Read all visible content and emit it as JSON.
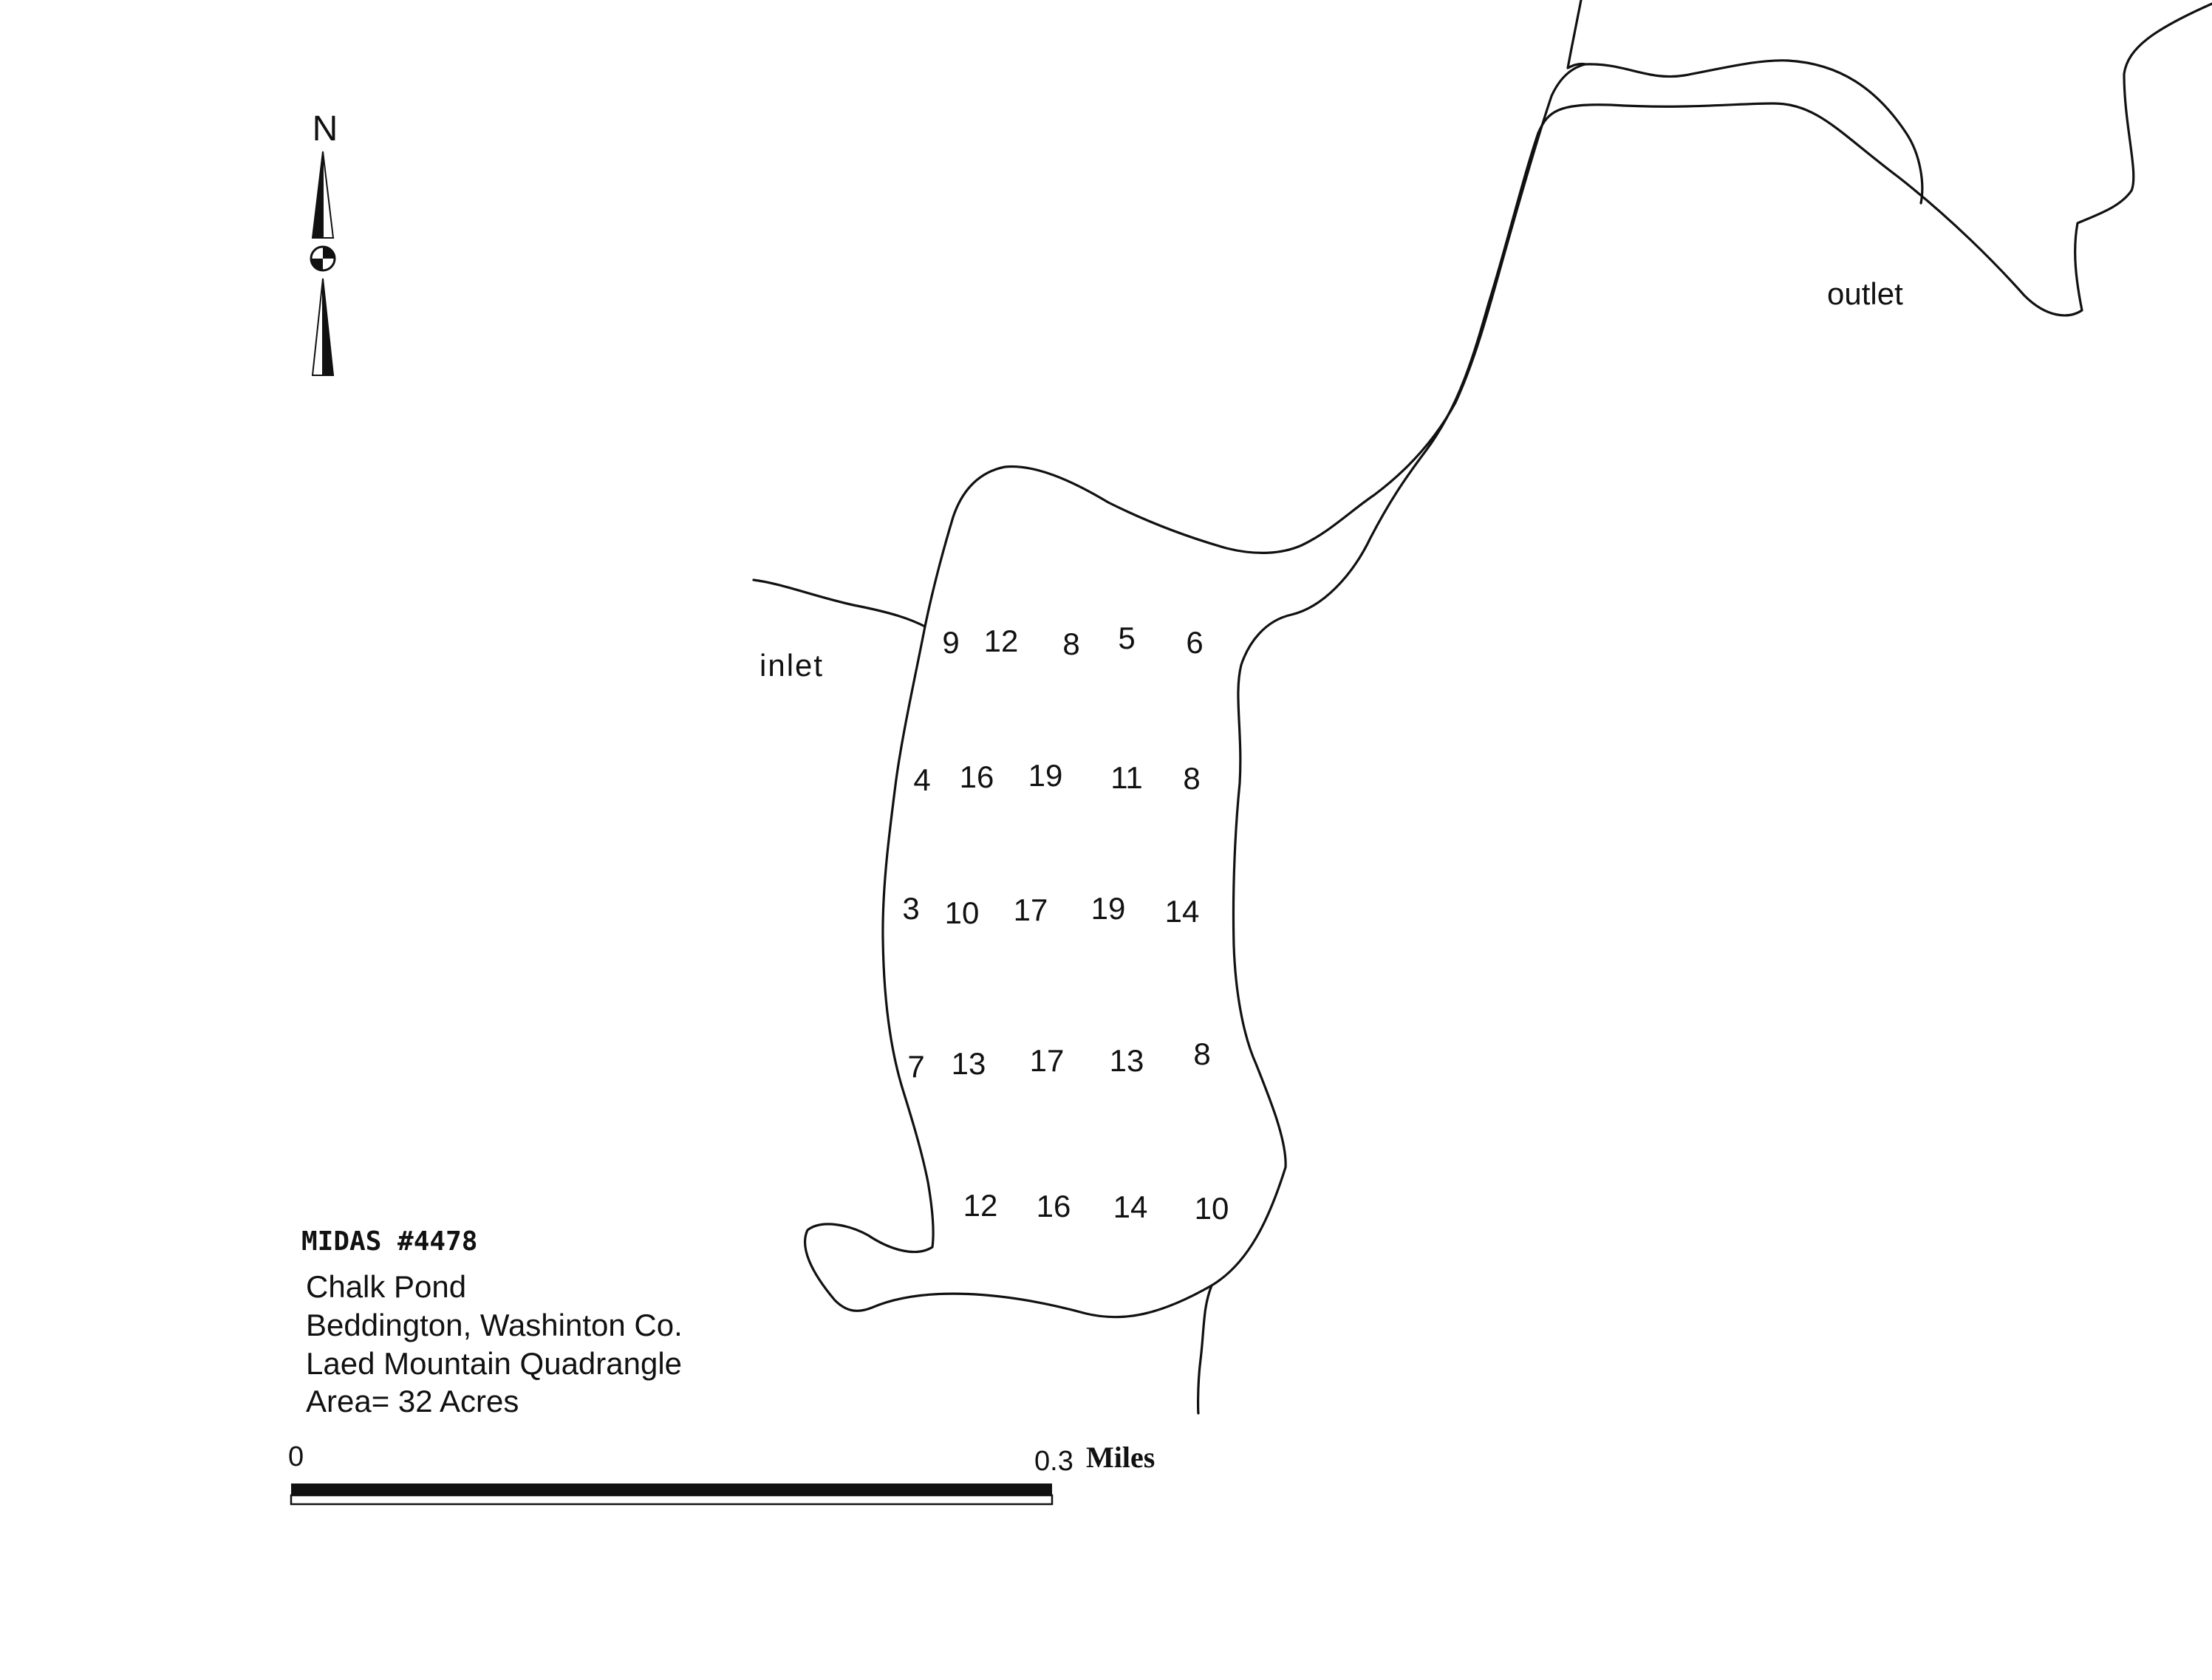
{
  "north_arrow": {
    "label": "N",
    "icon": "north-arrow-icon"
  },
  "features": {
    "inlet_label": "inlet",
    "outlet_label": "outlet"
  },
  "depth_soundings": [
    [
      "9",
      "12",
      "8",
      "5",
      "6"
    ],
    [
      "4",
      "16",
      "19",
      "11",
      "8"
    ],
    [
      "3",
      "10",
      "17",
      "19",
      "14"
    ],
    [
      "7",
      "13",
      "17",
      "13",
      "8"
    ],
    [
      "12",
      "16",
      "14",
      "10"
    ]
  ],
  "info": {
    "midas_id": "MIDAS #4478",
    "pond_name": "Chalk Pond",
    "town_county": "Beddington, Washinton Co.",
    "quadrangle": "Laed Mountain Quadrangle",
    "area": "Area= 32 Acres"
  },
  "scale_bar": {
    "start_label": "0",
    "end_value": "0.3",
    "end_unit": "Miles"
  },
  "colors": {
    "ink": "#111111",
    "background": "#ffffff"
  }
}
